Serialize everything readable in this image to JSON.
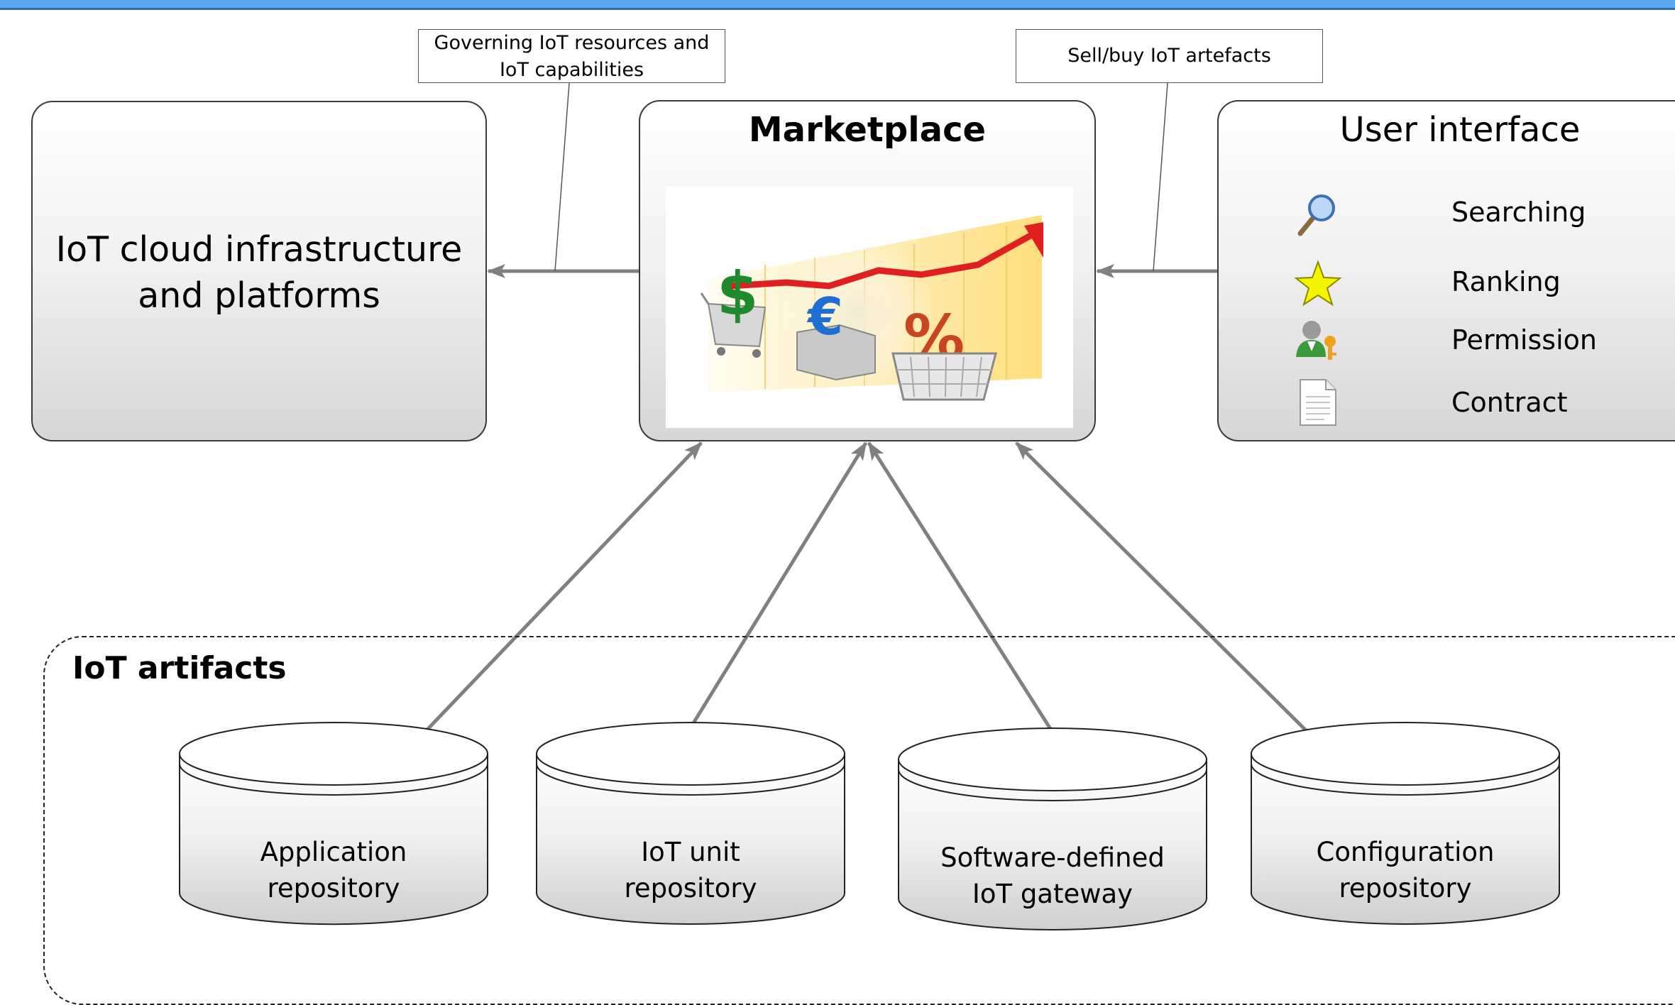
{
  "callouts": {
    "governing": [
      "Governing IoT resources and",
      "IoT capabilities"
    ],
    "sell_buy": "Sell/buy IoT artefacts"
  },
  "iot_cloud": {
    "line1": "IoT cloud infrastructure",
    "line2": "and platforms"
  },
  "marketplace": {
    "title": "Marketplace",
    "image_icons": [
      "dollar-cart-icon",
      "euro-box-icon",
      "percent-basket-icon",
      "trend-chart-icon"
    ]
  },
  "user_interface": {
    "title": "User interface",
    "items": [
      {
        "label": "Searching",
        "icon": "magnifier-icon"
      },
      {
        "label": "Ranking",
        "icon": "star-icon"
      },
      {
        "label": "Permission",
        "icon": "user-key-icon"
      },
      {
        "label": "Contract",
        "icon": "document-icon"
      }
    ]
  },
  "artifacts": {
    "title": "IoT artifacts",
    "repositories": [
      {
        "line1": "Application",
        "line2": "repository"
      },
      {
        "line1": "IoT unit",
        "line2": "repository"
      },
      {
        "line1": "Software-defined",
        "line2": "IoT gateway"
      },
      {
        "line1": "Configuration",
        "line2": "repository"
      }
    ]
  },
  "colors": {
    "top_bar": "#5aa9ee",
    "arrow": "#808080",
    "box_border": "#3a3a3a"
  }
}
